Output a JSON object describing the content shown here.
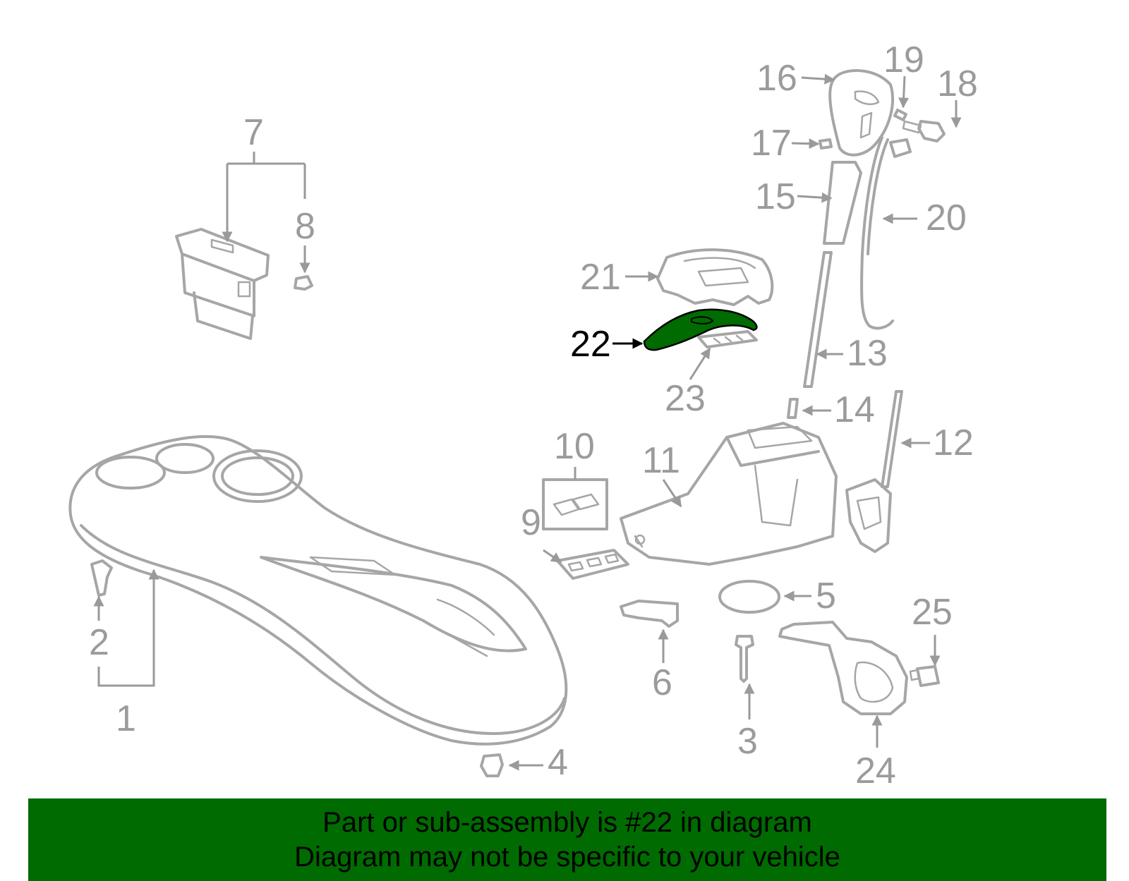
{
  "callouts": [
    "1",
    "2",
    "3",
    "4",
    "5",
    "6",
    "7",
    "8",
    "9",
    "10",
    "11",
    "12",
    "13",
    "14",
    "15",
    "16",
    "17",
    "18",
    "19",
    "20",
    "21",
    "22",
    "23",
    "24",
    "25"
  ],
  "highlight": {
    "part": "22",
    "color": "#006b00"
  },
  "banner": {
    "line1": "Part or sub-assembly is #22 in diagram",
    "line2": "Diagram may not be specific to your vehicle",
    "background": "#006b00"
  }
}
